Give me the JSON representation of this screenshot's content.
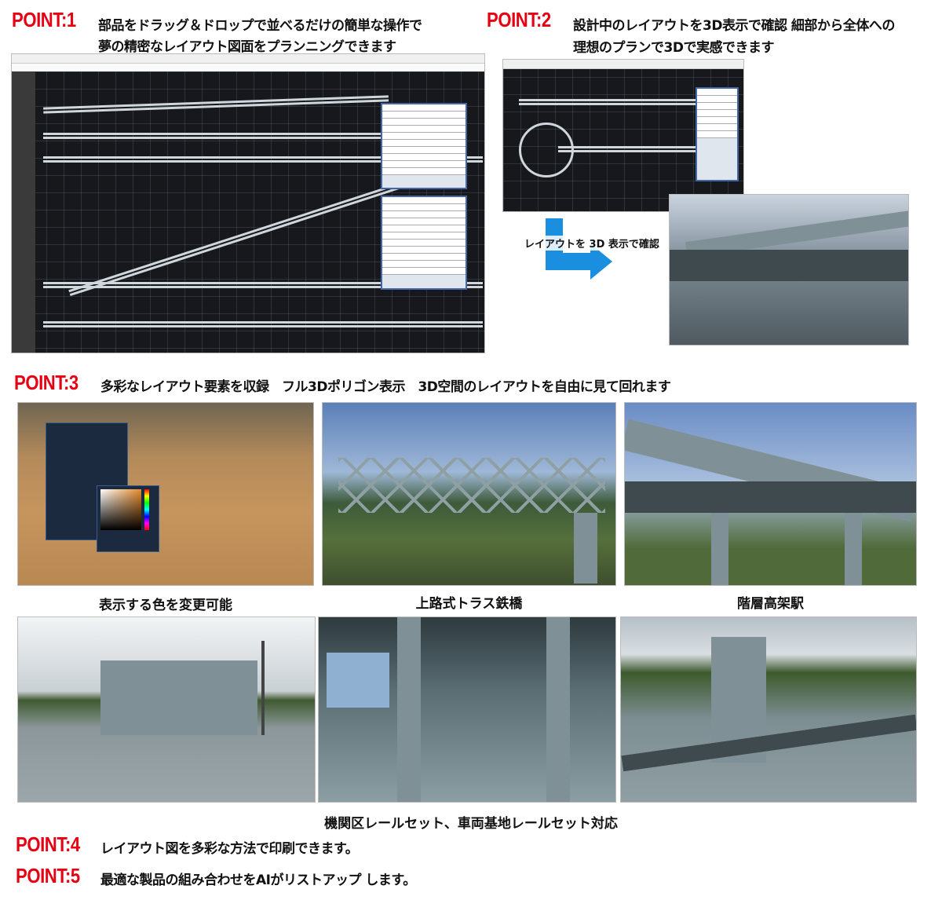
{
  "points": [
    {
      "label": "POINT:1",
      "lines": [
        "部品をドラッグ＆ドロップで並べるだけの簡単な操作で",
        "夢の精密なレイアウト図面をプランニングできます"
      ]
    },
    {
      "label": "POINT:2",
      "lines": [
        "設計中のレイアウトを3D表示で確認  細部から全体への",
        "理想のプランで3Dで実感できます"
      ]
    },
    {
      "label": "POINT:3",
      "lines": [
        "多彩なレイアウト要素を収録　フル3Dポリゴン表示　3D空間のレイアウトを自由に見て回れます"
      ]
    },
    {
      "label": "POINT:4",
      "lines": [
        "レイアウト図を多彩な方法で印刷できます。"
      ]
    },
    {
      "label": "POINT:5",
      "lines": [
        "最適な製品の組み合わせをAIがリストアップ  します。"
      ]
    }
  ],
  "arrow_label": "レイアウトを 3D 表示で確認",
  "captions": {
    "color": "表示する色を変更可能",
    "truss": "上路式トラス鉄橋",
    "station": "階層高架駅",
    "depot": "機関区レールセット、車両基地レールセット対応"
  },
  "colors": {
    "point_red": "#e60012",
    "arrow_blue": "#1a8fe0",
    "cad_bg": "#16181c"
  }
}
